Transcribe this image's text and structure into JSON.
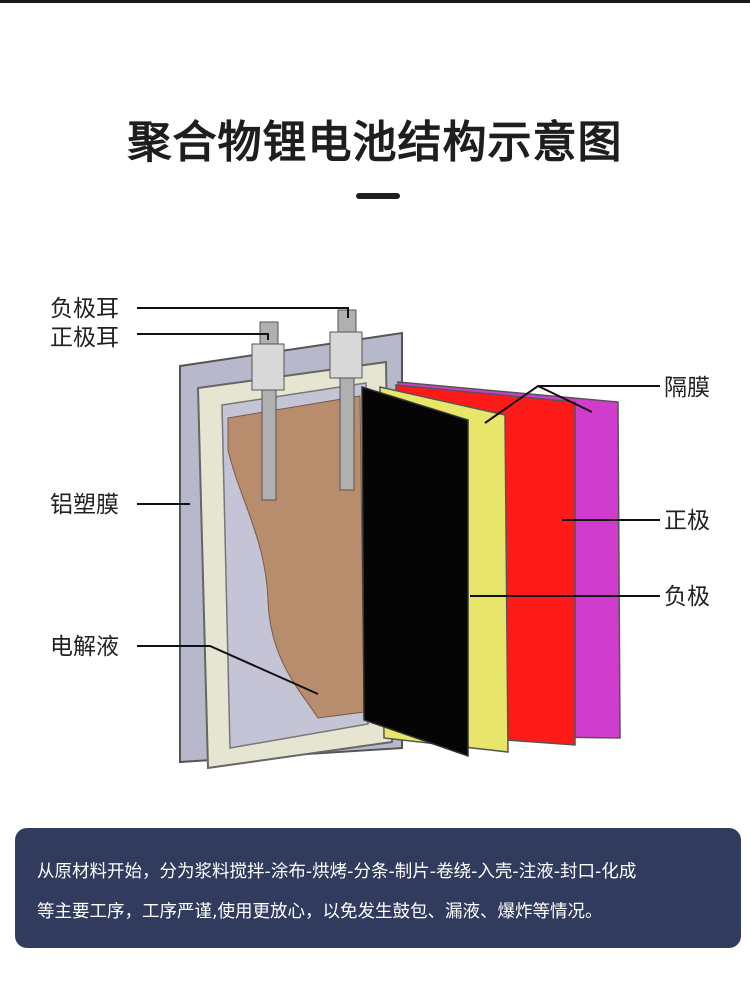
{
  "title": "聚合物锂电池结构示意图",
  "labels": {
    "negative_tab": "负极耳",
    "positive_tab": "正极耳",
    "aluminum_film": "铝塑膜",
    "electrolyte": "电解液",
    "separator": "隔膜",
    "cathode": "正极",
    "anode": "负极"
  },
  "colors": {
    "separator": "#e8e66a",
    "cathode": "#ff1a1a",
    "separator_back": "#d03ccc",
    "anode": "#050505",
    "electrolyte": "#b88d6e",
    "casing": "#b8b8cc",
    "note_bg": "#303b5e"
  },
  "description": {
    "line1": "从原材料开始，分为浆料搅拌-涂布-烘烤-分条-制片-卷绕-入壳-注液-封口-化成",
    "line2": "等主要工序，工序严谨,使用更放心，以免发生鼓包、漏液、爆炸等情况。"
  }
}
